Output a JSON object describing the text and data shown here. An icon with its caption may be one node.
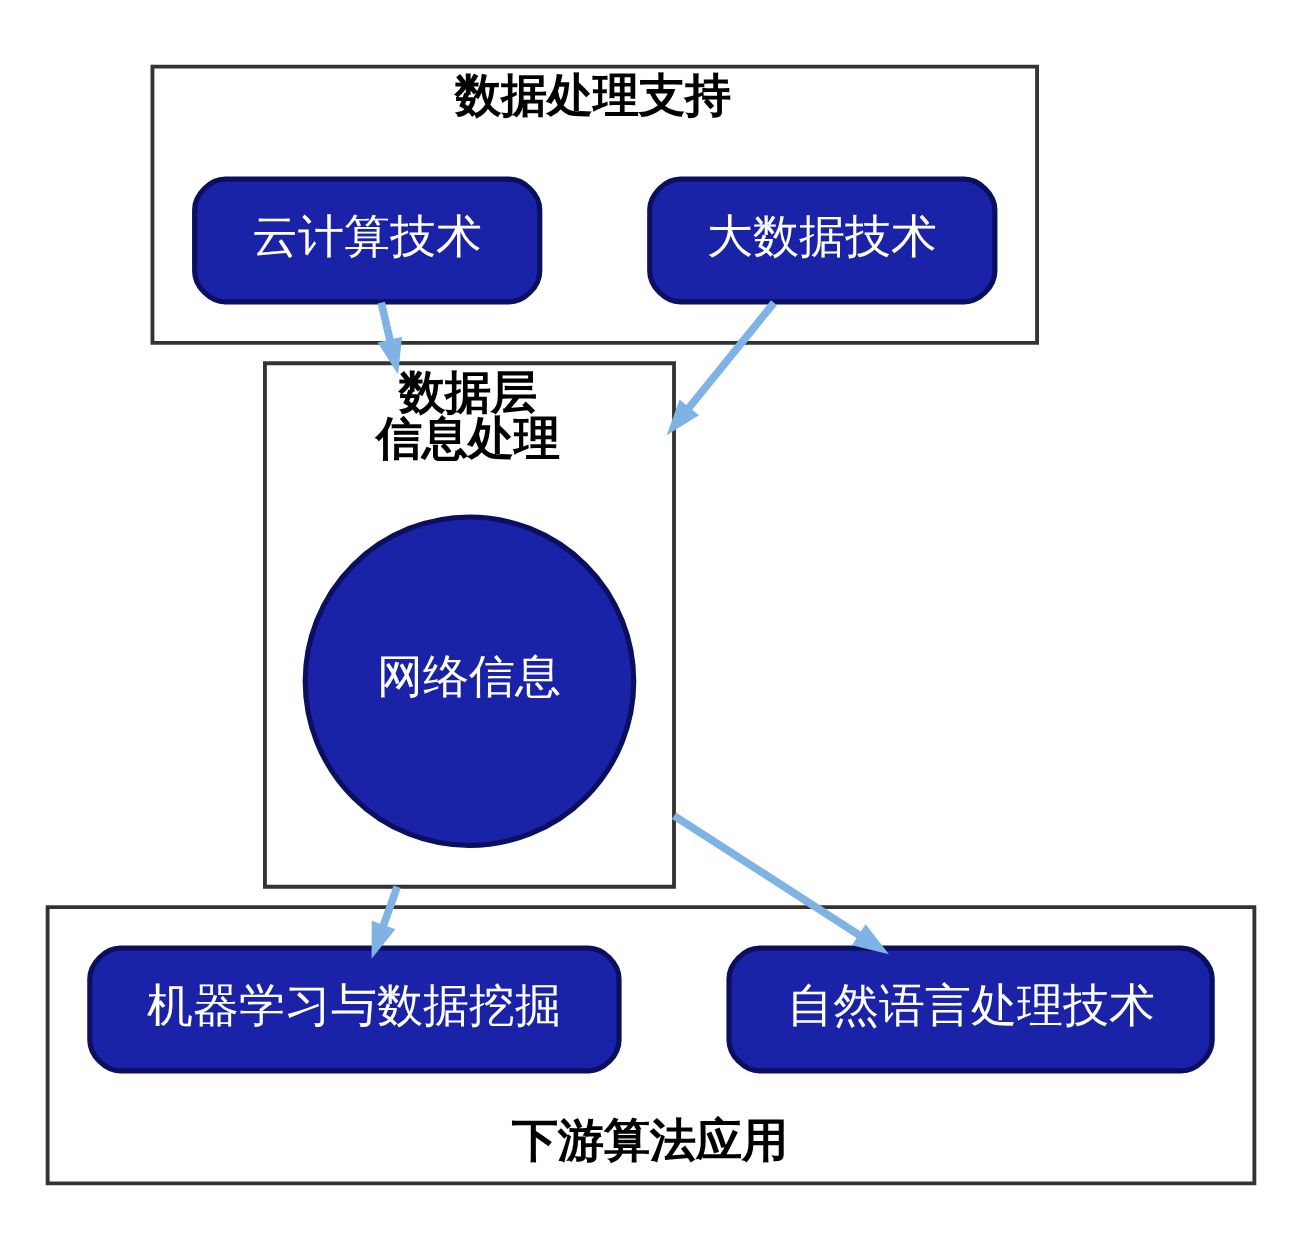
{
  "diagram": {
    "nodes": [
      {
        "text": [
          "数据处理支持"
        ]
      },
      {
        "text": [
          "大数据技术"
        ],
        "in": 0
      },
      {
        "text": [
          "云计算技术"
        ],
        "in": 0
      },
      {
        "text": [
          "数据层",
          "信息处理"
        ]
      },
      {
        "text": [
          "网络信息"
        ],
        "in": 3
      },
      {
        "text": [
          "下游算法应用"
        ]
      },
      {
        "text": [
          "自然语言处理技术"
        ],
        "in": 5
      },
      {
        "text": [
          "机器学习与数据挖掘"
        ],
        "in": 5
      }
    ],
    "edges": [
      {
        "from": 1,
        "to": 3,
        "arrow": "to"
      },
      {
        "from": 2,
        "to": 3,
        "arrow": "to"
      },
      {
        "from": 3,
        "to": 6,
        "arrow": "to"
      },
      {
        "from": 3,
        "to": 7,
        "arrow": "to"
      }
    ]
  }
}
